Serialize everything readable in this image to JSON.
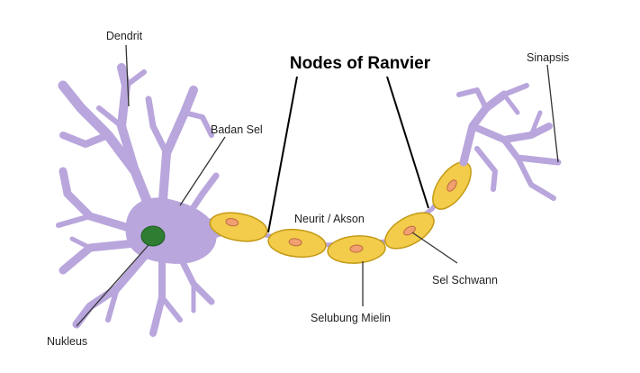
{
  "title": "Nodes of Ranvier",
  "labels": {
    "dendrite": "Dendrit",
    "cell_body": "Badan Sel",
    "axon": "Neurit / Akson",
    "synapse": "Sinapsis",
    "nucleus": "Nukleus",
    "myelin": "Selubung Mielin",
    "schwann": "Sel Schwann"
  },
  "colors": {
    "neuron": "#b9a6dc",
    "neuron_outline": "#8a6fbf",
    "nucleus": "#2e7d32",
    "myelin": "#f2cc4a",
    "myelin_outline": "#c49a16",
    "schwann_nucleus": "#f0a070"
  }
}
